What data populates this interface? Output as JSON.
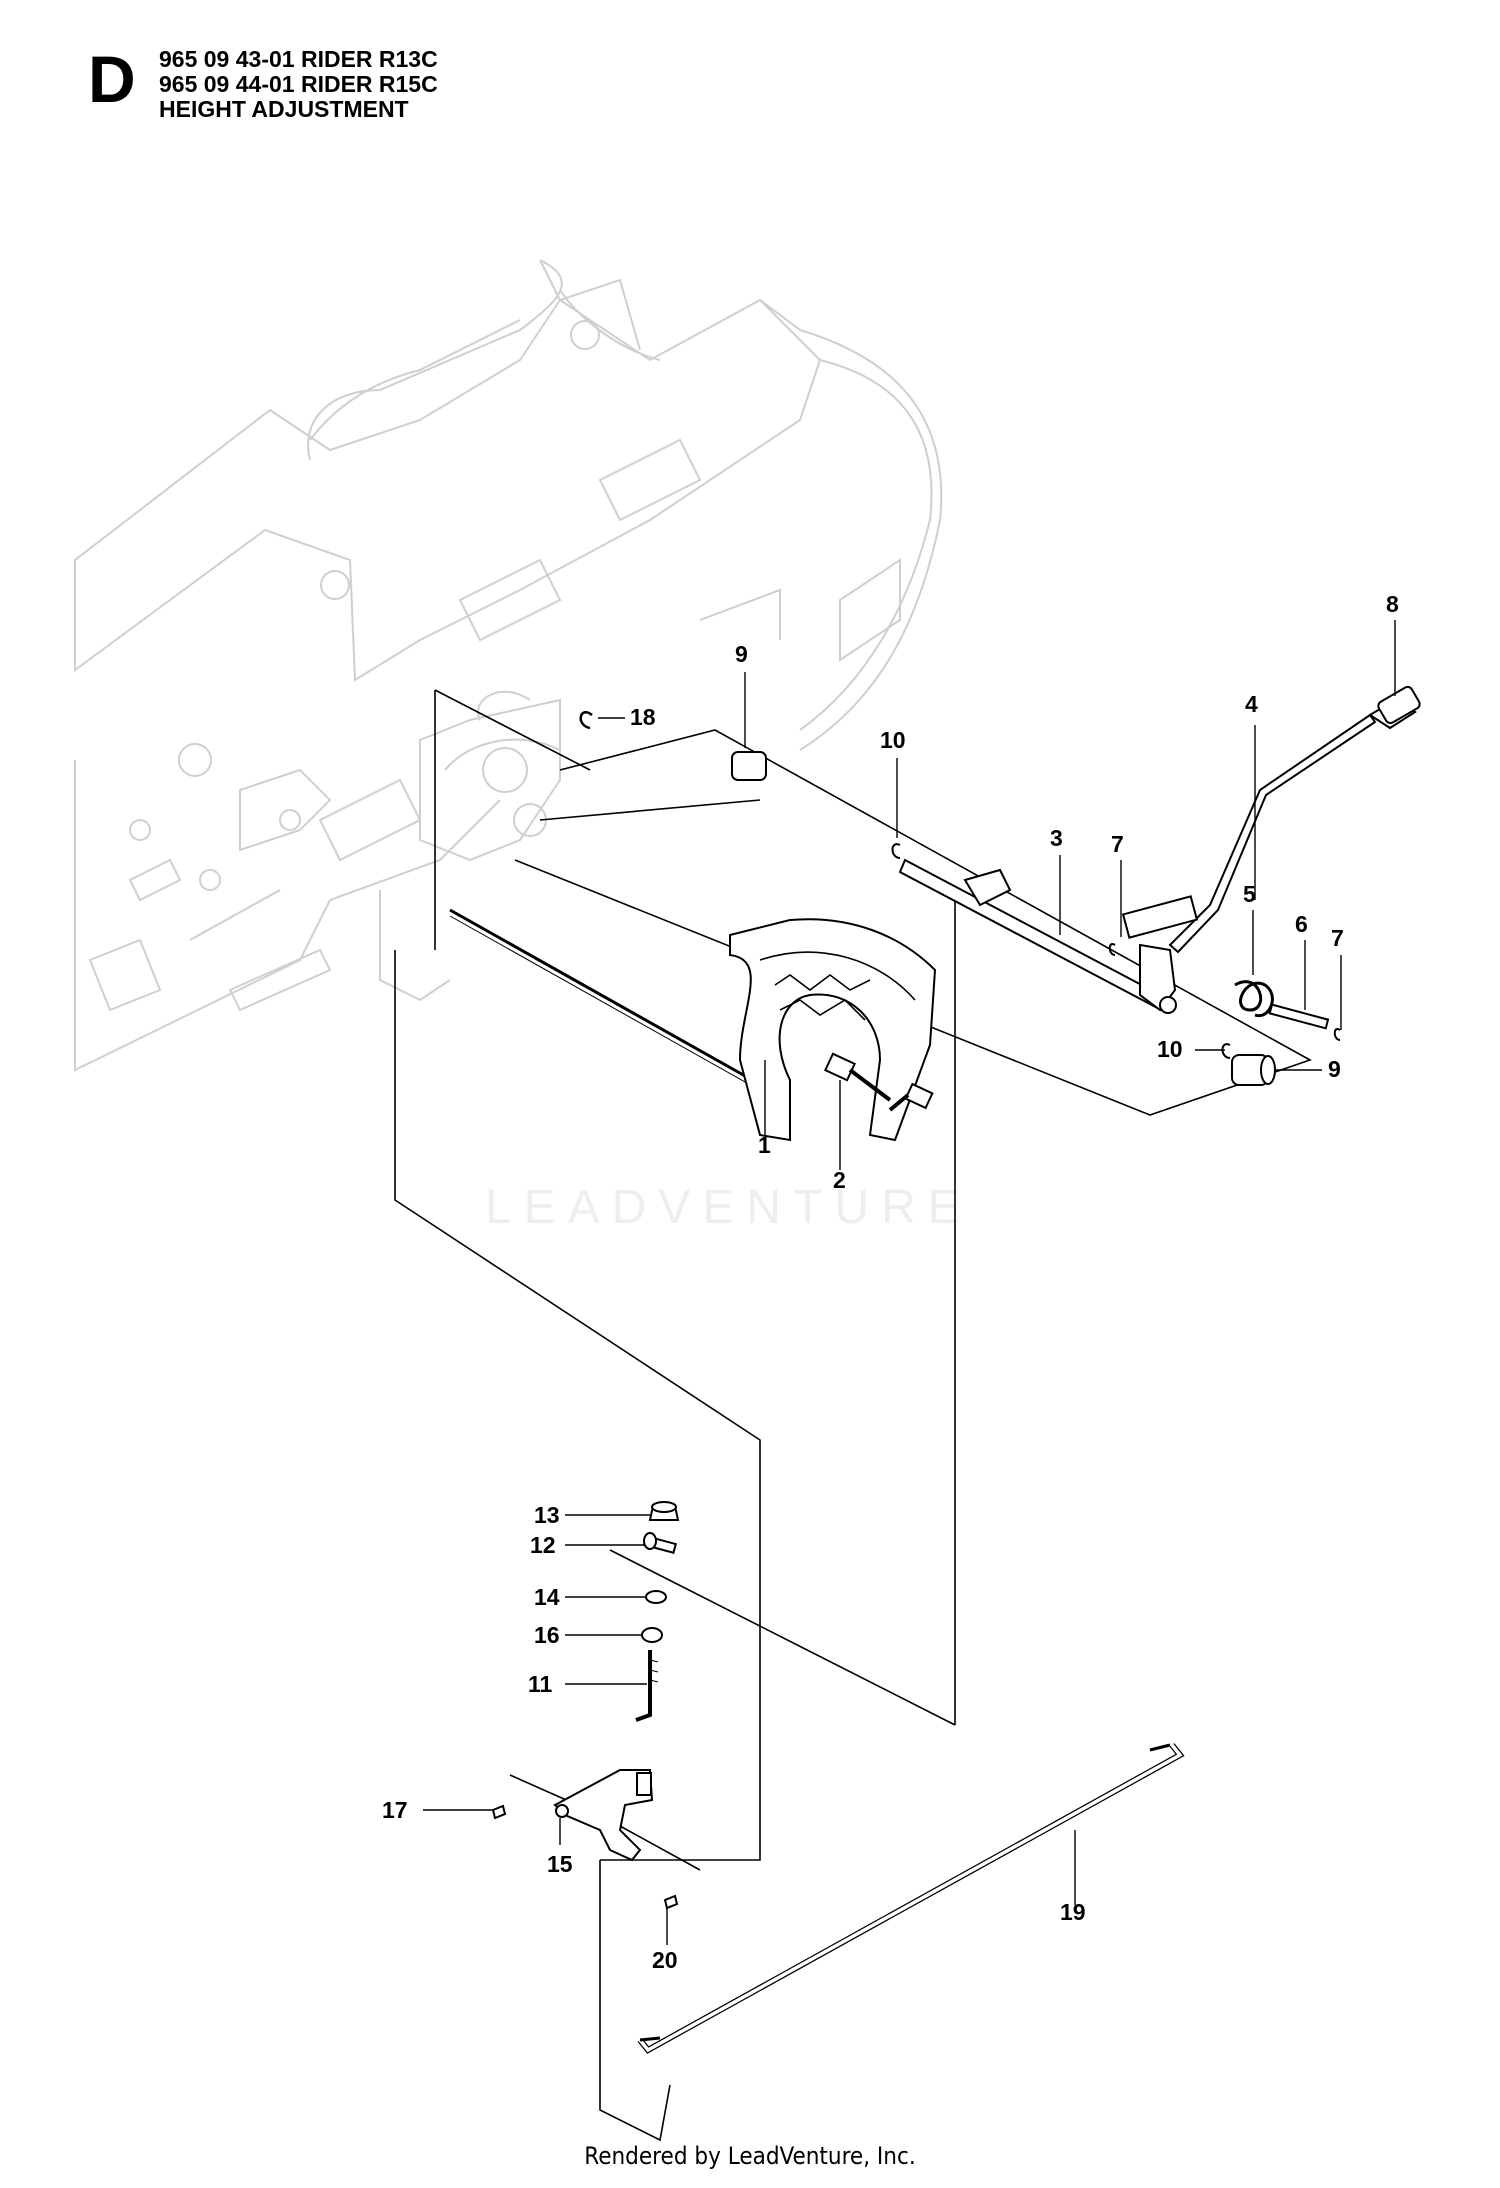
{
  "header": {
    "letter": "D",
    "lines": [
      "965 09 43-01 RIDER R13C",
      "965 09 44-01 RIDER R15C",
      "HEIGHT ADJUSTMENT"
    ]
  },
  "watermark": "LEADVENTURE",
  "footer": "Rendered by LeadVenture, Inc.",
  "callouts": [
    "1",
    "2",
    "3",
    "4",
    "5",
    "6",
    "7",
    "7",
    "8",
    "9",
    "9",
    "10",
    "10",
    "11",
    "12",
    "13",
    "14",
    "15",
    "16",
    "17",
    "18",
    "19",
    "20"
  ]
}
